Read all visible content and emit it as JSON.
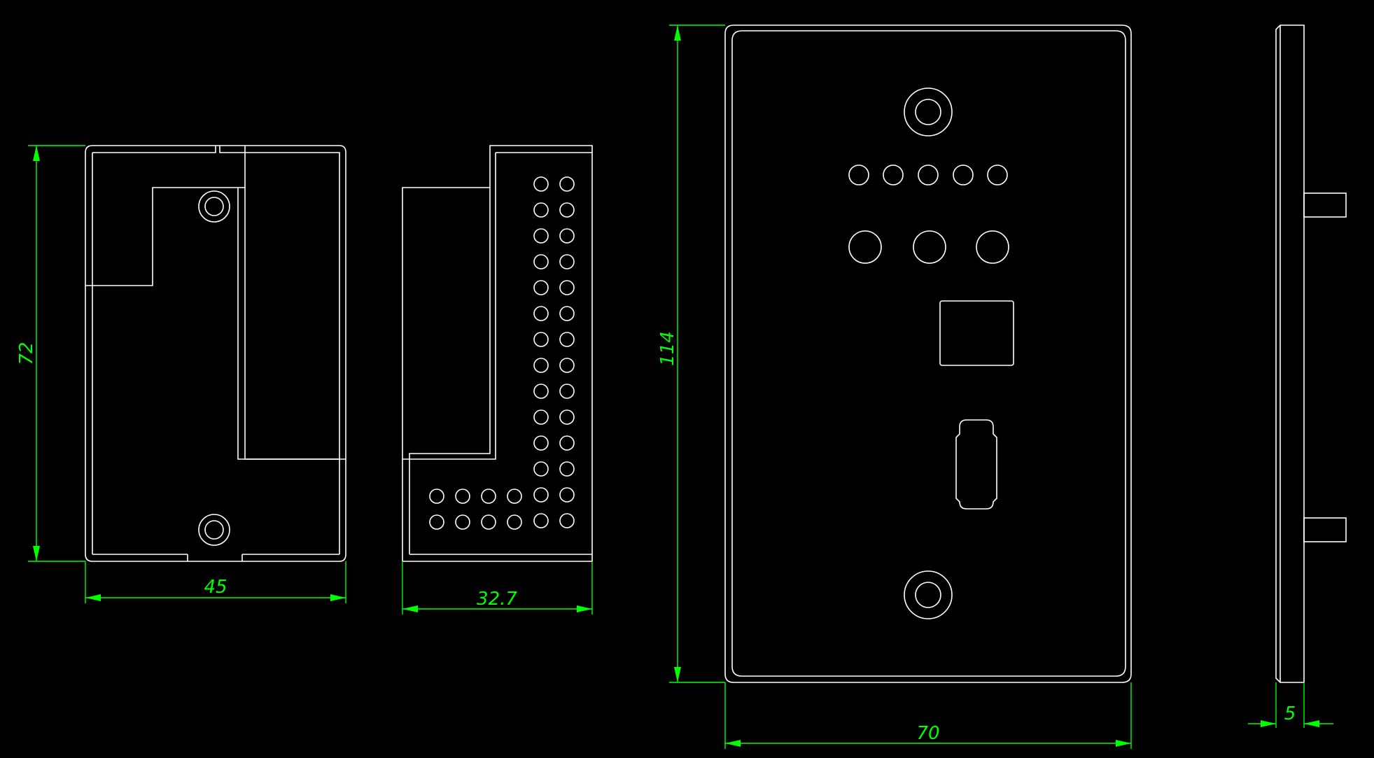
{
  "drawing": {
    "background": "#000000",
    "line_color": "#ffffff",
    "dimension_color": "#00ff00"
  },
  "dimensions": {
    "box_side_height": "72",
    "box_side_width": "45",
    "box_end_width": "32.7",
    "plate_height": "114",
    "plate_width": "70",
    "plate_thickness": "5"
  }
}
